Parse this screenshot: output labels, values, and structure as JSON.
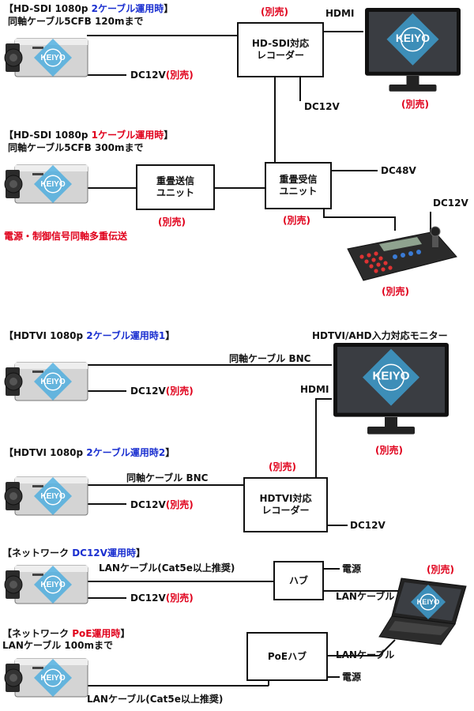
{
  "colors": {
    "red": "#e0001b",
    "blue": "#1a2fd0",
    "line": "#111111"
  },
  "logo": "KEIYO",
  "s1": {
    "open": "【HD-SDI 1080p ",
    "blue": "2ケーブル運用時",
    "close": "】",
    "sub": "同軸ケーブル5CFB 120mまで"
  },
  "s2": {
    "open": "【HD-SDI 1080p ",
    "blue": "1ケーブル運用時",
    "close": "】",
    "sub": "同軸ケーブル5CFB 300mまで",
    "note": "電源・制御信号同軸多重伝送"
  },
  "s3": {
    "open": "【HDTVI 1080p ",
    "blue": "2ケーブル運用時1",
    "close": "】"
  },
  "s4": {
    "open": "【HDTVI 1080p ",
    "blue": "2ケーブル運用時2",
    "close": "】"
  },
  "s5": {
    "open": "【ネットワーク ",
    "blue": "DC12V運用時",
    "close": "】"
  },
  "s6": {
    "open": "【ネットワーク ",
    "red": "PoE運用時",
    "close": "】",
    "sub": "LANケーブル 100mまで"
  },
  "boxes": {
    "hdsdi_recorder": "HD-SDI対応\nレコーダー",
    "tx_unit": "重畳送信\nユニット",
    "rx_unit": "重畳受信\nユニット",
    "hdtvi_recorder": "HDTVI対応\nレコーダー",
    "hub": "ハブ",
    "poe_hub": "PoEハブ"
  },
  "labels": {
    "sold_separately": "(別売)",
    "dc12v": "DC12V",
    "dc48v": "DC48V",
    "hdmi": "HDMI",
    "coax_bnc": "同軸ケーブル BNC",
    "monitor_title": "HDTVI/AHD入力対応モニター",
    "lan_cat5e": "LANケーブル(Cat5e以上推奨)",
    "lan_cable": "LANケーブル",
    "power": "電源"
  }
}
